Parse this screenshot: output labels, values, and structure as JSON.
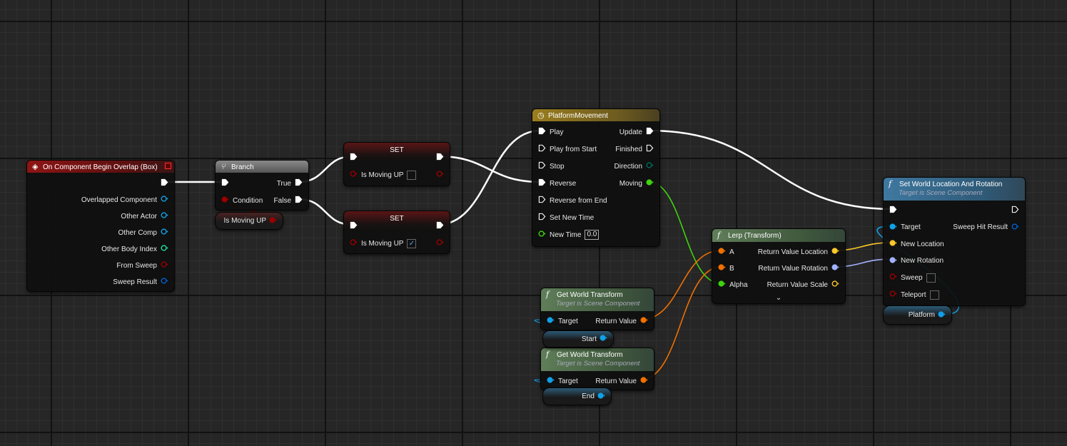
{
  "colors": {
    "exec": "#ffffff",
    "object": "#10a0e8",
    "int": "#1fe0a8",
    "bool": "#9a0000",
    "struct": "#0060d0",
    "float": "#3ed40f",
    "vector": "#fdc828",
    "rotator": "#a2b2ff",
    "transform": "#f07000",
    "byte": "#006a62"
  },
  "nodes": [
    {
      "id": "event",
      "title": "On Component Begin Overlap (Box)",
      "icon": "event-diamond-icon",
      "style": "event",
      "rows": [
        {
          "right": {
            "label": "",
            "kind": "exec",
            "filled": true
          }
        },
        {
          "right": {
            "label": "Overlapped Component",
            "type": "object"
          }
        },
        {
          "right": {
            "label": "Other Actor",
            "type": "object"
          }
        },
        {
          "right": {
            "label": "Other Comp",
            "type": "object"
          }
        },
        {
          "right": {
            "label": "Other Body Index",
            "type": "int"
          }
        },
        {
          "right": {
            "label": "From Sweep",
            "type": "bool"
          }
        },
        {
          "right": {
            "label": "Sweep Result",
            "type": "struct"
          }
        }
      ]
    },
    {
      "id": "branch",
      "title": "Branch",
      "icon": "branch-icon",
      "style": "branch",
      "rows": [
        {
          "left": {
            "label": "",
            "kind": "exec",
            "filled": true
          },
          "right": {
            "label": "True",
            "kind": "exec",
            "filled": true
          }
        },
        {
          "left": {
            "label": "Condition",
            "type": "bool",
            "filled": true
          },
          "right": {
            "label": "False",
            "kind": "exec",
            "filled": true
          }
        }
      ]
    },
    {
      "id": "set1",
      "title": "SET",
      "style": "set",
      "rows": [
        {
          "left": {
            "label": "",
            "kind": "exec",
            "filled": true
          },
          "right": {
            "label": "",
            "kind": "exec",
            "filled": true
          }
        },
        {
          "left": {
            "label": "Is Moving UP",
            "type": "bool",
            "checkbox": true,
            "checked": false
          },
          "right": {
            "label": "",
            "type": "bool"
          }
        }
      ]
    },
    {
      "id": "set2",
      "title": "SET",
      "style": "set",
      "rows": [
        {
          "left": {
            "label": "",
            "kind": "exec",
            "filled": true
          },
          "right": {
            "label": "",
            "kind": "exec",
            "filled": true
          }
        },
        {
          "left": {
            "label": "Is Moving UP",
            "type": "bool",
            "checkbox": true,
            "checked": true
          },
          "right": {
            "label": "",
            "type": "bool"
          }
        }
      ]
    },
    {
      "id": "timeline",
      "title": "PlatformMovement",
      "icon": "clock-icon",
      "style": "timeline",
      "rows": [
        {
          "left": {
            "label": "Play",
            "kind": "exec",
            "filled": true
          },
          "right": {
            "label": "Update",
            "kind": "exec",
            "filled": true
          }
        },
        {
          "left": {
            "label": "Play from Start",
            "kind": "exec"
          },
          "right": {
            "label": "Finished",
            "kind": "exec"
          }
        },
        {
          "left": {
            "label": "Stop",
            "kind": "exec"
          },
          "right": {
            "label": "Direction",
            "type": "byte"
          }
        },
        {
          "left": {
            "label": "Reverse",
            "kind": "exec",
            "filled": true
          },
          "right": {
            "label": "Moving",
            "type": "float",
            "filled": true
          }
        },
        {
          "left": {
            "label": "Reverse from End",
            "kind": "exec"
          }
        },
        {
          "left": {
            "label": "Set New Time",
            "kind": "exec"
          }
        },
        {
          "left": {
            "label": "New Time",
            "type": "float",
            "value": "0.0"
          }
        }
      ]
    },
    {
      "id": "lerp",
      "title": "Lerp (Transform)",
      "icon": "function-icon",
      "style": "pure",
      "chevron": "⌄",
      "rows": [
        {
          "left": {
            "label": "A",
            "type": "transform",
            "filled": true
          },
          "right": {
            "label": "Return Value Location",
            "type": "vector",
            "filled": true
          }
        },
        {
          "left": {
            "label": "B",
            "type": "transform",
            "filled": true
          },
          "right": {
            "label": "Return Value Rotation",
            "type": "rotator",
            "filled": true
          }
        },
        {
          "left": {
            "label": "Alpha",
            "type": "float",
            "filled": true
          },
          "right": {
            "label": "Return Value Scale",
            "type": "vector"
          }
        }
      ]
    },
    {
      "id": "gwt1",
      "title": "Get World Transform",
      "subtitle": "Target is Scene Component",
      "icon": "function-icon",
      "style": "pure",
      "rows": [
        {
          "left": {
            "label": "Target",
            "type": "object",
            "filled": true
          },
          "right": {
            "label": "Return Value",
            "type": "transform",
            "filled": true
          }
        }
      ]
    },
    {
      "id": "gwt2",
      "title": "Get World Transform",
      "subtitle": "Target is Scene Component",
      "icon": "function-icon",
      "style": "pure",
      "rows": [
        {
          "left": {
            "label": "Target",
            "type": "object",
            "filled": true
          },
          "right": {
            "label": "Return Value",
            "type": "transform",
            "filled": true
          }
        }
      ]
    },
    {
      "id": "setworld",
      "title": "Set World Location And Rotation",
      "subtitle": "Target is Scene Component",
      "icon": "function-icon",
      "style": "impure",
      "rows": [
        {
          "left": {
            "label": "",
            "kind": "exec",
            "filled": true
          },
          "right": {
            "label": "",
            "kind": "exec"
          }
        },
        {
          "left": {
            "label": "Target",
            "type": "object",
            "filled": true
          },
          "right": {
            "label": "Sweep Hit Result",
            "type": "struct"
          }
        },
        {
          "left": {
            "label": "New Location",
            "type": "vector",
            "filled": true
          }
        },
        {
          "left": {
            "label": "New Rotation",
            "type": "rotator",
            "filled": true
          }
        },
        {
          "left": {
            "label": "Sweep",
            "type": "bool",
            "checkbox": true,
            "checked": false
          }
        },
        {
          "left": {
            "label": "Teleport",
            "type": "bool",
            "checkbox": true,
            "checked": false
          }
        }
      ]
    }
  ],
  "getters": [
    {
      "id": "is-moving-up",
      "label": "Is Moving UP",
      "type": "bool"
    },
    {
      "id": "start",
      "label": "Start",
      "type": "object"
    },
    {
      "id": "end",
      "label": "End",
      "type": "object"
    },
    {
      "id": "platform",
      "label": "Platform",
      "type": "object"
    }
  ]
}
